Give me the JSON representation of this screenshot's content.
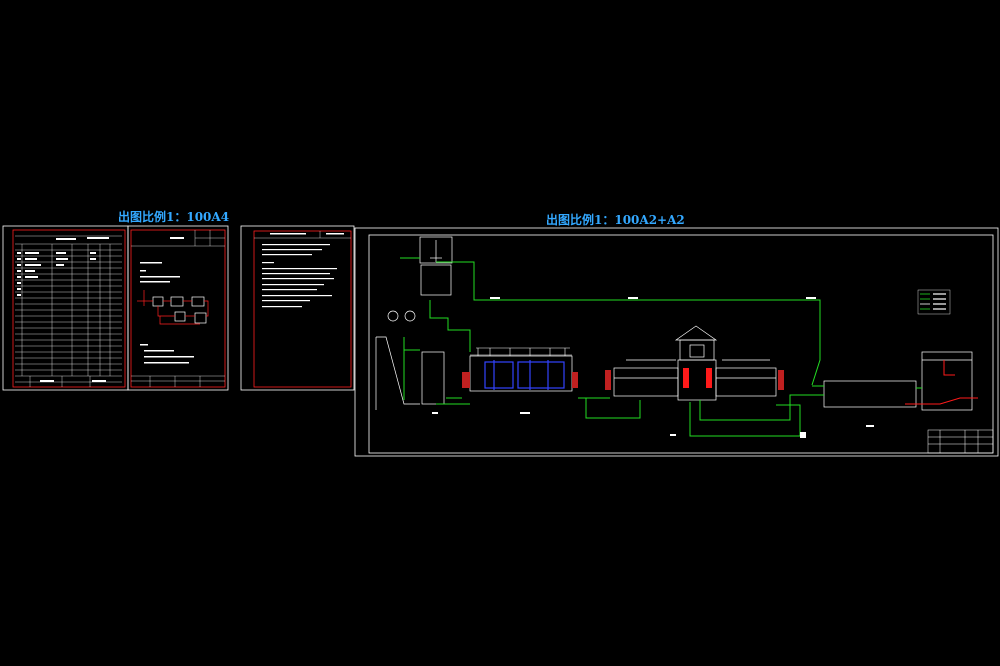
{
  "labels": {
    "scale_a4": "出图比例1：100A4",
    "scale_a2": "出图比例1：100A2+A2"
  },
  "colors": {
    "background": "#000000",
    "frame": "#ffffff",
    "border_red": "#ff2020",
    "pipe_green": "#22dd22",
    "equipment_blue": "#3344ff",
    "label_blue": "#33a8ff",
    "accent_red": "#ff1a1a"
  },
  "sheets": [
    "equipment-list-sheet",
    "process-flow-sheet",
    "design-notes-sheet",
    "main-process-drawing-sheet"
  ]
}
